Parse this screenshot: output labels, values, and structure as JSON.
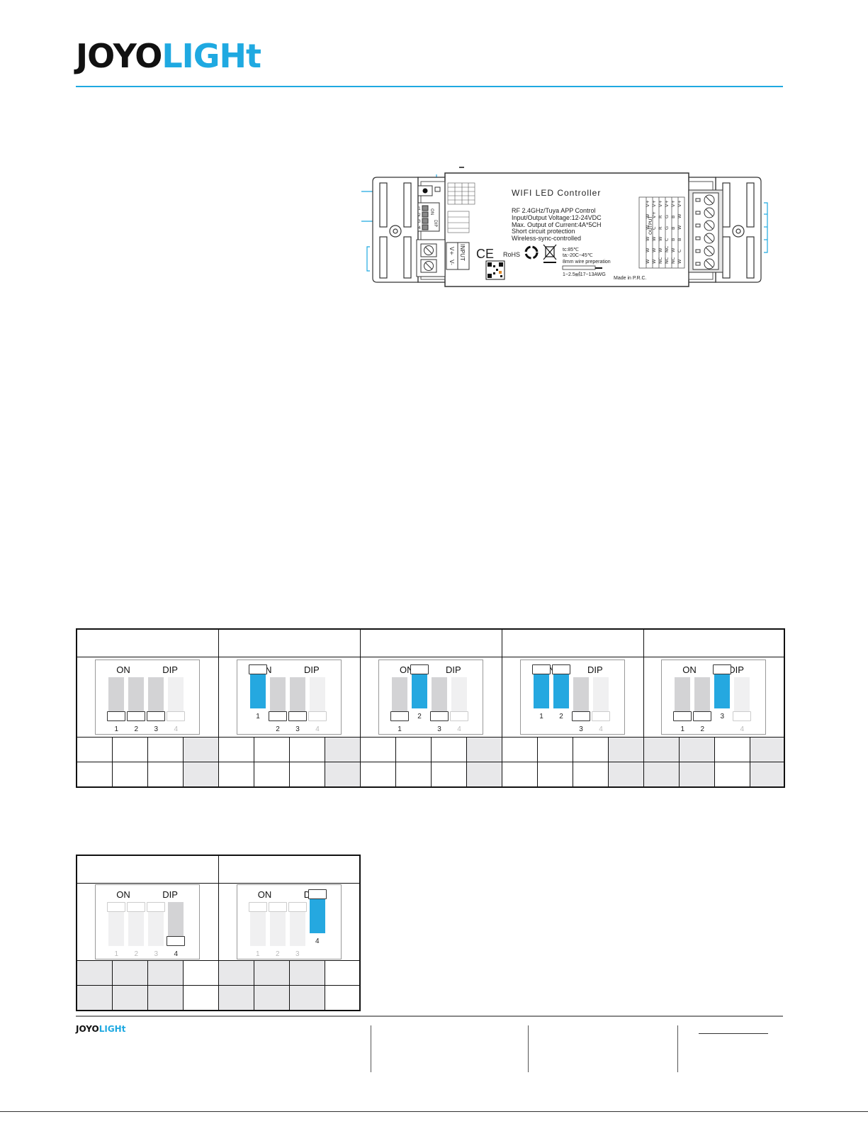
{
  "brand": {
    "logo_dark": "JOYO",
    "logo_light": "LIGHt",
    "accent": "#1fa9e1"
  },
  "device": {
    "title": "WIFI LED Controller",
    "specs": [
      "RF 2.4GHz/Tuya APP Control",
      "Input/Output Voltage:12-24VDC",
      "Max. Output of Current:4A*5CH",
      "Short circuit protection",
      "Wireless-sync-controlled"
    ],
    "ce": "CE",
    "rohs": "RoHS",
    "temp1": "tc:85℃",
    "temp2": "ta:-20C~45℃",
    "wire_prep": "8mm wire preperation",
    "wire_gauge": "1~2.5㎟17~13AWG",
    "made_in": "Made in P.R.C.",
    "input_label": "INPUT",
    "input_terminals": [
      "V+",
      "V-"
    ],
    "dip_on": "ON",
    "dip_label": "DIP",
    "dip_numbers": [
      "1",
      "2",
      "3",
      "4"
    ],
    "output_label": "OUTPUT",
    "output_columns": [
      [
        "W",
        "W",
        "W",
        "W",
        "W",
        "V+"
      ],
      [
        "W",
        "W",
        "W",
        "C",
        "V+",
        "V+"
      ],
      [
        "NC",
        "W",
        "W",
        "R",
        "R",
        "V+"
      ],
      [
        "NC",
        "NC",
        "C",
        "G",
        "G",
        "V+"
      ],
      [
        "NC",
        "W",
        "B",
        "B",
        "B",
        "V+"
      ],
      [
        "W",
        "C",
        "B",
        "W",
        "W",
        "V+"
      ]
    ]
  },
  "dip_modes": [
    {
      "switches": [
        "off",
        "off",
        "off",
        "na"
      ]
    },
    {
      "switches": [
        "on",
        "off",
        "off",
        "na"
      ]
    },
    {
      "switches": [
        "off",
        "on",
        "off",
        "na"
      ]
    },
    {
      "switches": [
        "on",
        "on",
        "off",
        "na"
      ]
    },
    {
      "switches": [
        "off",
        "off",
        "on",
        "na"
      ]
    },
    {
      "switches": [
        "na",
        "na",
        "na",
        "off"
      ]
    },
    {
      "switches": [
        "na",
        "na",
        "na",
        "on"
      ]
    }
  ],
  "dip_box": {
    "on_label": "ON",
    "dip_label": "DIP",
    "numbers": [
      "1",
      "2",
      "3",
      "4"
    ]
  },
  "footer": {
    "logo_dark": "JOYO",
    "logo_light": "LIGHt"
  }
}
